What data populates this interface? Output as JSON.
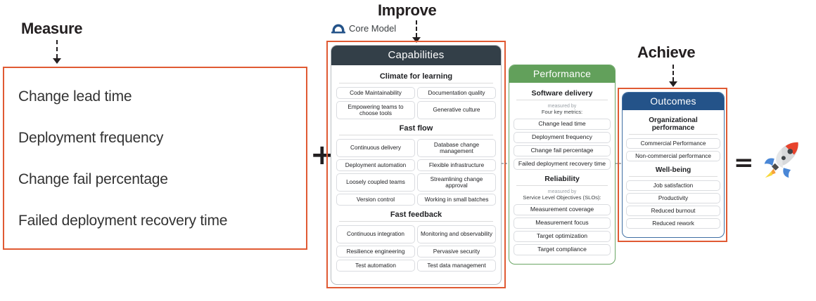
{
  "diagram": {
    "stages": [
      {
        "key": "measure",
        "label": "Measure"
      },
      {
        "key": "improve",
        "label": "Improve"
      },
      {
        "key": "achieve",
        "label": "Achieve"
      }
    ],
    "operators": {
      "plus": "+",
      "equals": "="
    },
    "result_icon": "rocket-emoji",
    "highlight_color": "#e05a33"
  },
  "core_model_tag": {
    "icon": "dora-logo-icon",
    "label": "Core Model"
  },
  "measure_panel": {
    "metrics": [
      "Change lead time",
      "Deployment frequency",
      "Change fail percentage",
      "Failed deployment recovery time"
    ]
  },
  "capabilities": {
    "title": "Capabilities",
    "header_color": "#333f48",
    "sections": [
      {
        "title": "Climate for learning",
        "chips": [
          {
            "label": "Code Maintainability",
            "tall": false
          },
          {
            "label": "Documentation quality",
            "tall": false
          },
          {
            "label": "Empowering teams to choose tools",
            "tall": true
          },
          {
            "label": "Generative culture",
            "tall": true
          }
        ]
      },
      {
        "title": "Fast flow",
        "chips": [
          {
            "label": "Continuous delivery",
            "tall": true
          },
          {
            "label": "Database change management",
            "tall": true
          },
          {
            "label": "Deployment automation",
            "tall": false
          },
          {
            "label": "Flexible infrastructure",
            "tall": false
          },
          {
            "label": "Loosely coupled teams",
            "tall": true
          },
          {
            "label": "Streamlining change approval",
            "tall": true
          },
          {
            "label": "Version control",
            "tall": false
          },
          {
            "label": "Working in small batches",
            "tall": false
          }
        ]
      },
      {
        "title": "Fast feedback",
        "chips": [
          {
            "label": "Continuous integration",
            "tall": true
          },
          {
            "label": "Monitoring and observability",
            "tall": true
          },
          {
            "label": "Resilience engineering",
            "tall": false
          },
          {
            "label": "Pervasive security",
            "tall": false
          },
          {
            "label": "Test automation",
            "tall": false
          },
          {
            "label": "Test data management",
            "tall": false
          }
        ]
      }
    ]
  },
  "performance": {
    "title": "Performance",
    "header_color": "#62a05b",
    "sections": [
      {
        "title": "Software delivery",
        "measured_by_label": "measured by",
        "measured_by_what": "Four key metrics:",
        "chips": [
          "Change lead time",
          "Deployment frequency",
          "Change fail percentage",
          "Failed deployment recovery time"
        ]
      },
      {
        "title": "Reliability",
        "measured_by_label": "measured by",
        "measured_by_what": "Service Level Objectives (SLOs):",
        "chips": [
          "Measurement coverage",
          "Measurement focus",
          "Target optimization",
          "Target compliance"
        ]
      }
    ]
  },
  "outcomes": {
    "title": "Outcomes",
    "header_color": "#245389",
    "sections": [
      {
        "title": "Organizational performance",
        "chips": [
          "Commercial Performance",
          "Non-commercial performance"
        ]
      },
      {
        "title": "Well-being",
        "chips": [
          "Job satisfaction",
          "Productivity",
          "Reduced burnout",
          "Reduced rework"
        ]
      }
    ]
  }
}
